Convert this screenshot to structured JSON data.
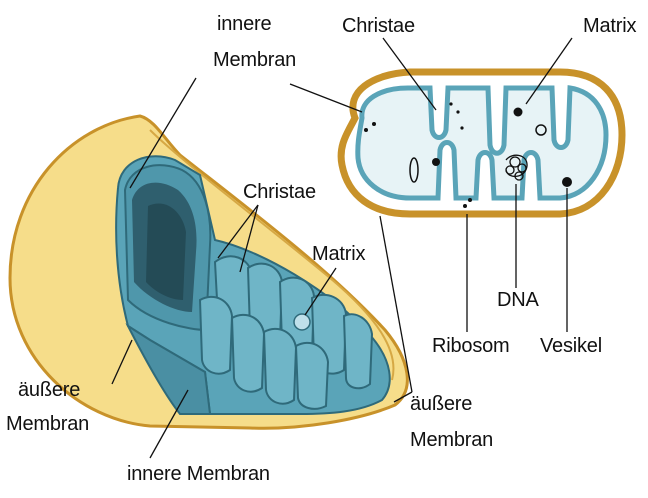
{
  "colors": {
    "outer_membrane_fill": "#f6dd8a",
    "outer_membrane_stroke": "#c8922a",
    "inner_membrane_fill": "#5aa4b8",
    "inner_membrane_dark": "#3d7f93",
    "cristae_outline": "#2f6a7a",
    "matrix_fill": "#ffffff",
    "leader_line": "#111111"
  },
  "labels_3d": {
    "innere_membran_top_line1": "innere",
    "innere_membran_top_line2": "Membran",
    "christae": "Christae",
    "matrix": "Matrix",
    "aeussere_membran_left_line1": "äußere",
    "aeussere_membran_left_line2": "Membran",
    "innere_membran_bottom": "innere Membran"
  },
  "labels_section": {
    "christae": "Christae",
    "matrix": "Matrix",
    "dna": "DNA",
    "ribosom": "Ribosom",
    "vesikel": "Vesikel",
    "aeussere_membran_line1": "äußere",
    "aeussere_membran_line2": "Membran"
  }
}
